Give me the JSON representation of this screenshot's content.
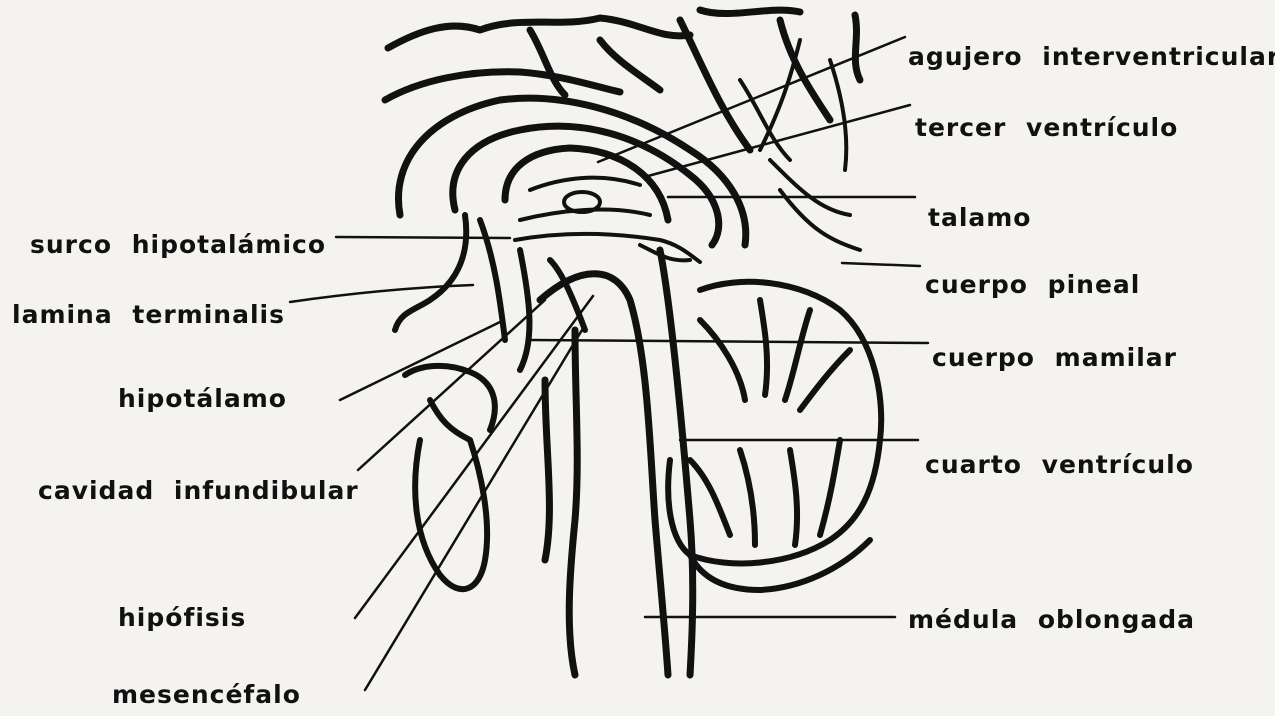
{
  "labels": {
    "agujero_interventricular": "agujero interventricular",
    "tercer_ventriculo": "tercer ventrículo",
    "talamo": "talamo",
    "cuerpo_pineal": "cuerpo pineal",
    "cuerpo_mamilar": "cuerpo mamilar",
    "cuarto_ventriculo": "cuarto ventrículo",
    "medula_oblongada": "médula oblongada",
    "surco_hipotalamico": "surco hipotalámico",
    "lamina_terminalis": "lamina terminalis",
    "hipotalamo": "hipotálamo",
    "cavidad_infundibular": "cavidad infundibular",
    "hipofisis": "hipófisis",
    "mesencefalo": "mesencéfalo"
  },
  "colors": {
    "ink": "#111111",
    "paper": "#f4f3f0",
    "tissue": "#e6e4df"
  }
}
